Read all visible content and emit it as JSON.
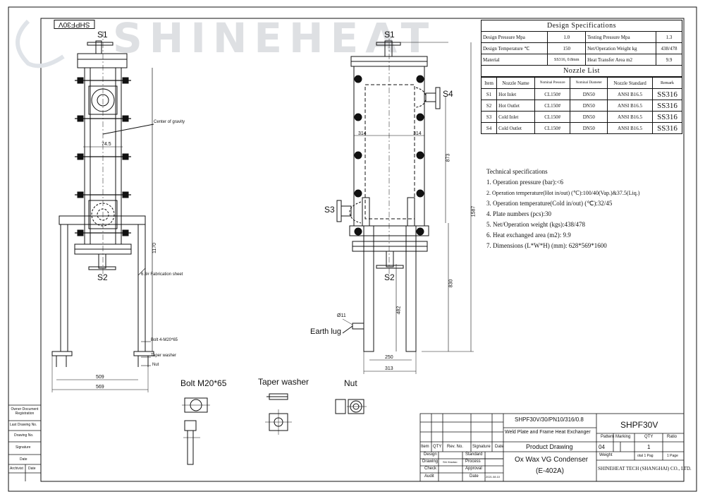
{
  "watermark": "SHINEHEAT",
  "rotated_tag": "SHPF30V",
  "views": {
    "nozzle_labels": [
      "S1",
      "S2",
      "S3",
      "S4"
    ],
    "left_annotations": {
      "center_of_gravity": "Center of gravity",
      "dim_745": "74.5",
      "dim_1170": "1170",
      "fab_sheet": "6.3# Fabrication sheet",
      "bolt": "Bolt 4-M20*65",
      "taper": "Taper washer",
      "nut": "Nut",
      "dim_509": "509",
      "dim_569": "569"
    },
    "right_annotations": {
      "dim_314a": "314",
      "dim_314b": "314",
      "dim_873": "873",
      "dim_1587": "1587",
      "dim_830": "830",
      "dim_482": "482",
      "dim_11": "Ø11",
      "earth_lug": "Earth lug",
      "dim_250": "250",
      "dim_313": "313"
    },
    "detail_labels": {
      "bolt": "Bolt M20*65",
      "taper": "Taper washer",
      "nut": "Nut"
    }
  },
  "design_specs": {
    "title": "Design Specifications",
    "rows": [
      [
        "Design Pressure Mpa",
        "1.0",
        "Testing Pressure Mpa",
        "1.3"
      ],
      [
        "Design Temperature ℃",
        "150",
        "Net/Operation Weight kg",
        "438/478"
      ],
      [
        "Material",
        "SS316, 0.8mm",
        "Heat Transfer Area m2",
        "9.9"
      ]
    ]
  },
  "nozzle_list": {
    "title": "Nozzle List",
    "headers": [
      "Item",
      "Nozzle Name",
      "Nominal Pressure",
      "Nominal Diameter",
      "Nozzle Standard",
      "Remark"
    ],
    "rows": [
      [
        "S1",
        "Hot Inlet",
        "CL150#",
        "DN50",
        "ANSI B16.5",
        "SS316"
      ],
      [
        "S2",
        "Hot Outlet",
        "CL150#",
        "DN50",
        "ANSI B16.5",
        "SS316"
      ],
      [
        "S3",
        "Cold Inlet",
        "CL150#",
        "DN50",
        "ANSI B16.5",
        "SS316"
      ],
      [
        "S4",
        "Cold Outlet",
        "CL150#",
        "DN50",
        "ANSI B16.5",
        "SS316"
      ]
    ]
  },
  "technical": {
    "title": "Technical specifications",
    "lines": [
      "1. Operation pressure (bar):<6",
      "2. Operation temperature(Hot in/out) (℃):100/40(Vap.)&37.5(Liq.)",
      "3. Operation temperature(Cold in/out) (℃):32/45",
      "4. Plate numbers (pcs):30",
      "5. Net/Operation weight (kgs):438/478",
      "6. Heat exchanged area (m2): 9.9",
      "7. Dimensions (L*W*H) (mm): 628*569*1600"
    ]
  },
  "side_boxes": [
    "Owner Document Registration",
    "Last Drawing No.",
    "Drawing No.",
    "Signature",
    "Date",
    "Archivist",
    "Date"
  ],
  "title_block": {
    "model_code": "SHPF30V/30/PN10/316/0.8",
    "product_type": "Weld Plate and Frame Heat Exchanger",
    "drawing_title": "Product Drawing",
    "name_line1": "Ox Wax VG Condenser",
    "name_line2": "(E-402A)",
    "model": "SHPF30V",
    "pattern_marking_label": "Pattern Marking",
    "qty_label": "QTY",
    "ratio_label": "Ratio",
    "pattern_value": "04",
    "qty_value": "1",
    "weight_label": "Weight",
    "total_pages": "otal 1 Pag",
    "page_no": "1 Page",
    "company": "SHINEHEAT TECH (SHANGHAI) CO., LTD.",
    "rev_headers": [
      "Item",
      "QTY",
      "Rev. No.",
      "Signature",
      "Date"
    ],
    "roles_left": [
      "Design",
      "Drawing",
      "Check",
      "Audit"
    ],
    "roles_right": [
      "Standard",
      "Process",
      "Approval",
      "Date"
    ],
    "drawing_signer": "Shi Xiaotao",
    "date_value": "2021.08.10"
  }
}
